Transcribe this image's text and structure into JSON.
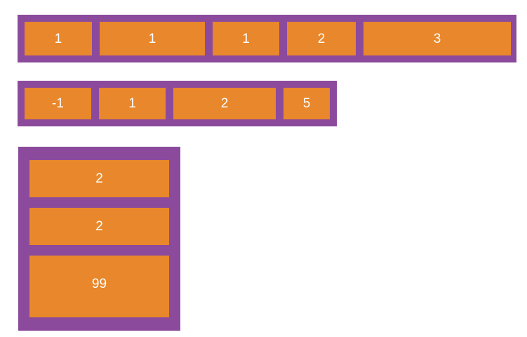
{
  "colors": {
    "container_purple": "#8b4a9c",
    "cell_orange": "#e8872b",
    "cell_text": "#ffffff",
    "background": "#ffffff"
  },
  "diagram": {
    "type": "array-boxes",
    "arrays": [
      {
        "name": "array-row-1",
        "orientation": "horizontal",
        "trailing_empty_space": false,
        "cells": [
          {
            "value": "1"
          },
          {
            "value": "1"
          },
          {
            "value": "1"
          },
          {
            "value": "2"
          },
          {
            "value": "3"
          }
        ]
      },
      {
        "name": "array-row-2",
        "orientation": "horizontal",
        "trailing_empty_space": true,
        "cells": [
          {
            "value": "-1"
          },
          {
            "value": "1"
          },
          {
            "value": "2"
          },
          {
            "value": "5"
          }
        ]
      },
      {
        "name": "array-col-3",
        "orientation": "vertical",
        "trailing_empty_space": false,
        "cells": [
          {
            "value": "2"
          },
          {
            "value": "2"
          },
          {
            "value": "99"
          }
        ]
      }
    ]
  }
}
